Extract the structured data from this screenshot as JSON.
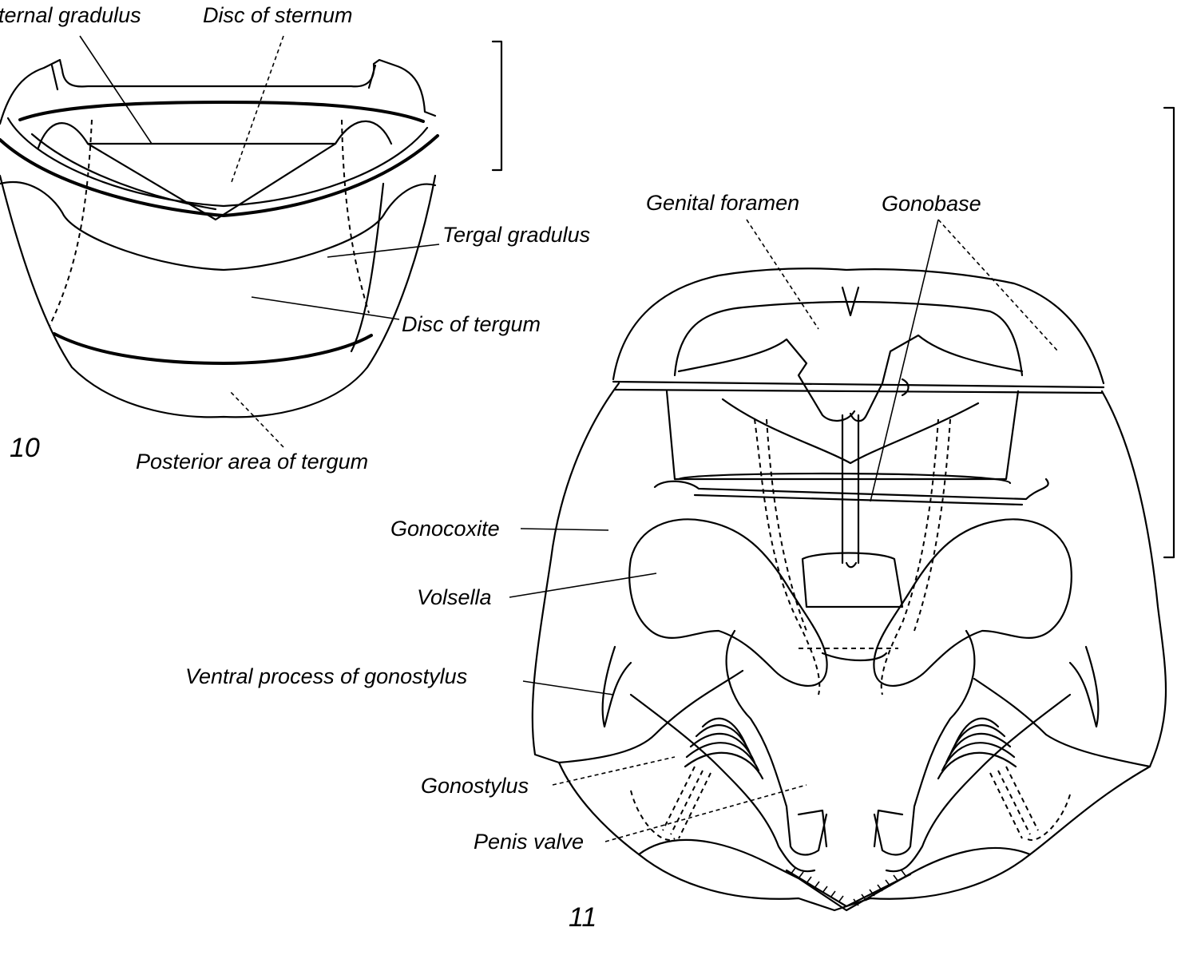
{
  "figure10": {
    "number": "10",
    "labels": {
      "sternal_gradulus": "ternal gradulus",
      "disc_of_sternum": "Disc of sternum",
      "tergal_gradulus": "Tergal gradulus",
      "disc_of_tergum": "Disc of tergum",
      "posterior_area_of_tergum": "Posterior area of tergum"
    }
  },
  "figure11": {
    "number": "11",
    "labels": {
      "genital_foramen": "Genital foramen",
      "gonobase": "Gonobase",
      "gonocoxite": "Gonocoxite",
      "volsella": "Volsella",
      "ventral_process_of_gonostylus": "Ventral process of gonostylus",
      "gonostylus": "Gonostylus",
      "penis_valve": "Penis valve"
    }
  }
}
